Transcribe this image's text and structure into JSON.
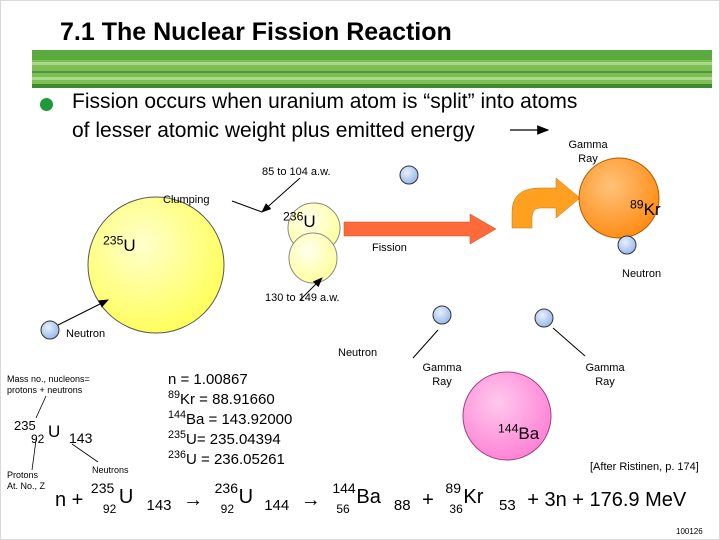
{
  "title": "7.1 The Nuclear Fission Reaction",
  "bullet": {
    "line1": "Fission occurs when uranium atom is “split” into atoms",
    "line2": "of lesser atomic weight plus emitted energy"
  },
  "labels": {
    "gamma_ray_top": [
      "Gamma",
      "Ray"
    ],
    "aw_85_104": "85 to 104 a.w.",
    "clumping": "Clumping",
    "u236_mass": "236",
    "u236_symbol": "U",
    "u235_mass": "235",
    "u235_symbol": "U",
    "fission": "Fission",
    "kr_mass": "89",
    "kr_symbol": "Kr",
    "neutron_right": "Neutron",
    "aw_130_149": "130 to 149 a.w.",
    "neutron_left": "Neutron",
    "neutron_mid": "Neutron",
    "gamma_ray_mid": [
      "Gamma",
      "Ray"
    ],
    "gamma_ray_right": [
      "Gamma",
      "Ray"
    ],
    "ba_mass": "144",
    "ba_symbol": "Ba",
    "citation": "[After Ristinen, p. 174]",
    "slide_number": "100126"
  },
  "notation_key": {
    "mass_label": [
      "Mass no., nucleons=",
      "protons + neutrons"
    ],
    "mass": "235",
    "z": "92",
    "symbol": "U",
    "neutrons": "143",
    "protons_label": [
      "Protons",
      "At. No., Z"
    ],
    "neutrons_label": "Neutrons"
  },
  "masses": {
    "n": "n = 1.00867",
    "kr_mass": "89",
    "kr": "Kr = 88.91660",
    "ba_mass": "144",
    "ba": "Ba = 143.92000",
    "u235_mass": "235",
    "u235": "U= 235.04394",
    "u236_mass": "236",
    "u236": "U = 236.05261"
  },
  "equation": {
    "n": "n +",
    "u235_mass": "235",
    "u235_z": "92",
    "u235_sym": "U",
    "u235_n": "143",
    "arrow1": "→",
    "u236_mass": "236",
    "u236_z": "92",
    "u236_sym": "U",
    "u236_n": "144",
    "arrow2": "→",
    "ba_mass": "144",
    "ba_z": "56",
    "ba_sym": "Ba",
    "ba_n": "88",
    "plus": "+",
    "kr_mass": "89",
    "kr_z": "36",
    "kr_sym": "Kr",
    "kr_n": "53",
    "tail": "+ 3n + 176.9 MeV"
  },
  "colors": {
    "banner_green": "#47a23f",
    "yellow": "#ffff66",
    "light_yellow": "#ffff99",
    "orange": "#ff8c1a",
    "pink": "#ff8ad8",
    "neutron_blue": "#a9c6f0",
    "bullet_green": "#1f9a3a"
  }
}
